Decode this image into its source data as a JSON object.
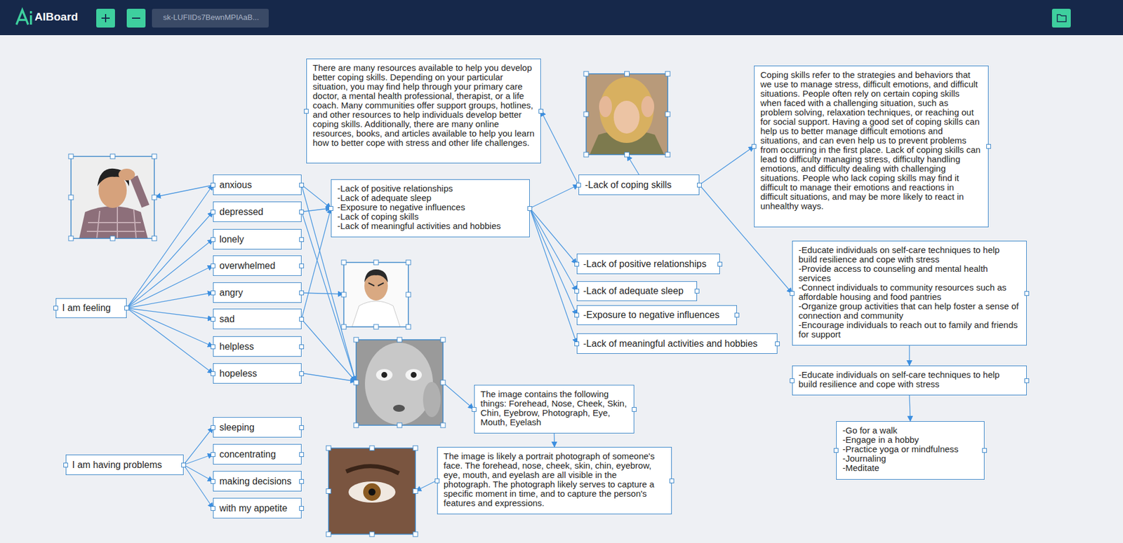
{
  "diagram": {
    "nodes": [
      {
        "text": [
          "I am feeling"
        ]
      },
      {
        "text": [
          "anxious"
        ]
      },
      {
        "text": [
          "depressed"
        ]
      },
      {
        "text": [
          "lonely"
        ]
      },
      {
        "text": [
          "overwhelmed"
        ]
      },
      {
        "text": [
          "angry"
        ]
      },
      {
        "text": [
          "sad"
        ]
      },
      {
        "text": [
          "helpless"
        ]
      },
      {
        "text": [
          "hopeless"
        ]
      },
      {
        "text": [
          "I am having problems"
        ]
      },
      {
        "text": [
          "sleeping"
        ]
      },
      {
        "text": [
          "concentrating"
        ]
      },
      {
        "text": [
          "making decisions"
        ]
      },
      {
        "text": [
          "with my appetite"
        ]
      },
      {
        "text": [
          "There are many resources available to help you develop better coping skills. Depending on your particular situation, you may find help through your primary care doctor, a mental health professional, therapist, or a life coach. Many communities offer support groups, hotlines, and other resources to help individuals develop better coping skills. Additionally, there are many online resources, books, and articles available to help you learn how to better cope with stress and other life challenges."
        ]
      },
      {
        "text": [
          "-Lack of positive relationships",
          "-Lack of adequate sleep",
          "-Exposure to negative influences",
          "-Lack of coping skills",
          "-Lack of meaningful activities and hobbies"
        ]
      },
      {
        "text": [
          "-Lack of coping skills"
        ]
      },
      {
        "text": [
          "Coping skills refer to the strategies and behaviors that we use to manage stress, difficult emotions, and difficult situations. People often rely on certain coping skills when faced with a challenging situation, such as problem solving, relaxation techniques, or reaching out for social support. Having a good set of coping skills can help us to better manage difficult emotions and situations, and can even help us to prevent problems from occurring in the first place. Lack of coping skills can lead to difficulty managing stress, difficulty handling emotions, and difficulty dealing with challenging situations. People who lack coping skills may find it difficult to manage their emotions and reactions in difficult situations, and may be more likely to react in unhealthy ways."
        ]
      },
      {
        "text": [
          "-Lack of positive relationships"
        ]
      },
      {
        "text": [
          "-Lack of adequate sleep"
        ]
      },
      {
        "text": [
          "-Exposure to negative influences"
        ]
      },
      {
        "text": [
          "-Lack of meaningful activities and hobbies"
        ]
      },
      {
        "text": [
          "-Educate individuals on self-care techniques to help build resilience and cope with stress",
          "-Provide access to counseling and mental health services",
          "-Connect individuals to community resources such as affordable housing and food pantries",
          "-Organize group activities that can help foster a sense of connection and community",
          "-Encourage individuals to reach out to family and friends for support"
        ]
      },
      {
        "text": [
          "-Educate individuals on self-care techniques to help build resilience and cope with stress"
        ]
      },
      {
        "text": [
          "-Go for a walk",
          "-Engage in a hobby",
          "-Practice yoga or mindfulness",
          "-Journaling",
          "-Meditate"
        ]
      },
      {
        "text": [
          "The image contains the following things: Forehead, Nose, Cheek, Skin, Chin, Eyebrow, Photograph, Eye, Mouth, Eyelash"
        ]
      },
      {
        "text": [
          "The image is likely a portrait photograph of someone's face. The forehead, nose, cheek, skin, chin, eyebrow, eye, mouth, and eyelash are all visible in the photograph. The photograph likely serves to capture a specific moment in time, and to capture the person's features and expressions."
        ]
      }
    ],
    "edges": [
      {
        "from": 0,
        "to": 1,
        "arrow": "to"
      },
      {
        "from": 0,
        "to": 2,
        "arrow": "to"
      },
      {
        "from": 0,
        "to": 3,
        "arrow": "to"
      },
      {
        "from": 0,
        "to": 4,
        "arrow": "to"
      },
      {
        "from": 0,
        "to": 5,
        "arrow": "to"
      },
      {
        "from": 0,
        "to": 6,
        "arrow": "to"
      },
      {
        "from": 0,
        "to": 7,
        "arrow": "to"
      },
      {
        "from": 0,
        "to": 8,
        "arrow": "to"
      },
      {
        "from": 9,
        "to": 10,
        "arrow": "to"
      },
      {
        "from": 9,
        "to": 11,
        "arrow": "to"
      },
      {
        "from": 9,
        "to": 12,
        "arrow": "to"
      },
      {
        "from": 9,
        "to": 13,
        "arrow": "to"
      },
      {
        "from": 1,
        "to": 15,
        "arrow": "to"
      },
      {
        "from": 2,
        "to": 15,
        "arrow": "to"
      },
      {
        "from": 6,
        "to": 15,
        "arrow": "to"
      },
      {
        "from": 15,
        "to": 16,
        "arrow": "to"
      },
      {
        "from": 15,
        "to": 18,
        "arrow": "to"
      },
      {
        "from": 15,
        "to": 19,
        "arrow": "to"
      },
      {
        "from": 15,
        "to": 20,
        "arrow": "to"
      },
      {
        "from": 15,
        "to": 21,
        "arrow": "to"
      },
      {
        "from": 16,
        "to": 14,
        "arrow": "to"
      },
      {
        "from": 16,
        "to": 17,
        "arrow": "to"
      },
      {
        "from": 16,
        "to": 22,
        "arrow": "to"
      },
      {
        "from": 22,
        "to": 23,
        "arrow": "to"
      },
      {
        "from": 23,
        "to": 24,
        "arrow": "to"
      },
      {
        "from": 25,
        "to": 26,
        "arrow": "to"
      }
    ],
    "labels": [
      "AIBoard",
      "sk-LUFIIDs7BewnMPIAaB..."
    ]
  }
}
